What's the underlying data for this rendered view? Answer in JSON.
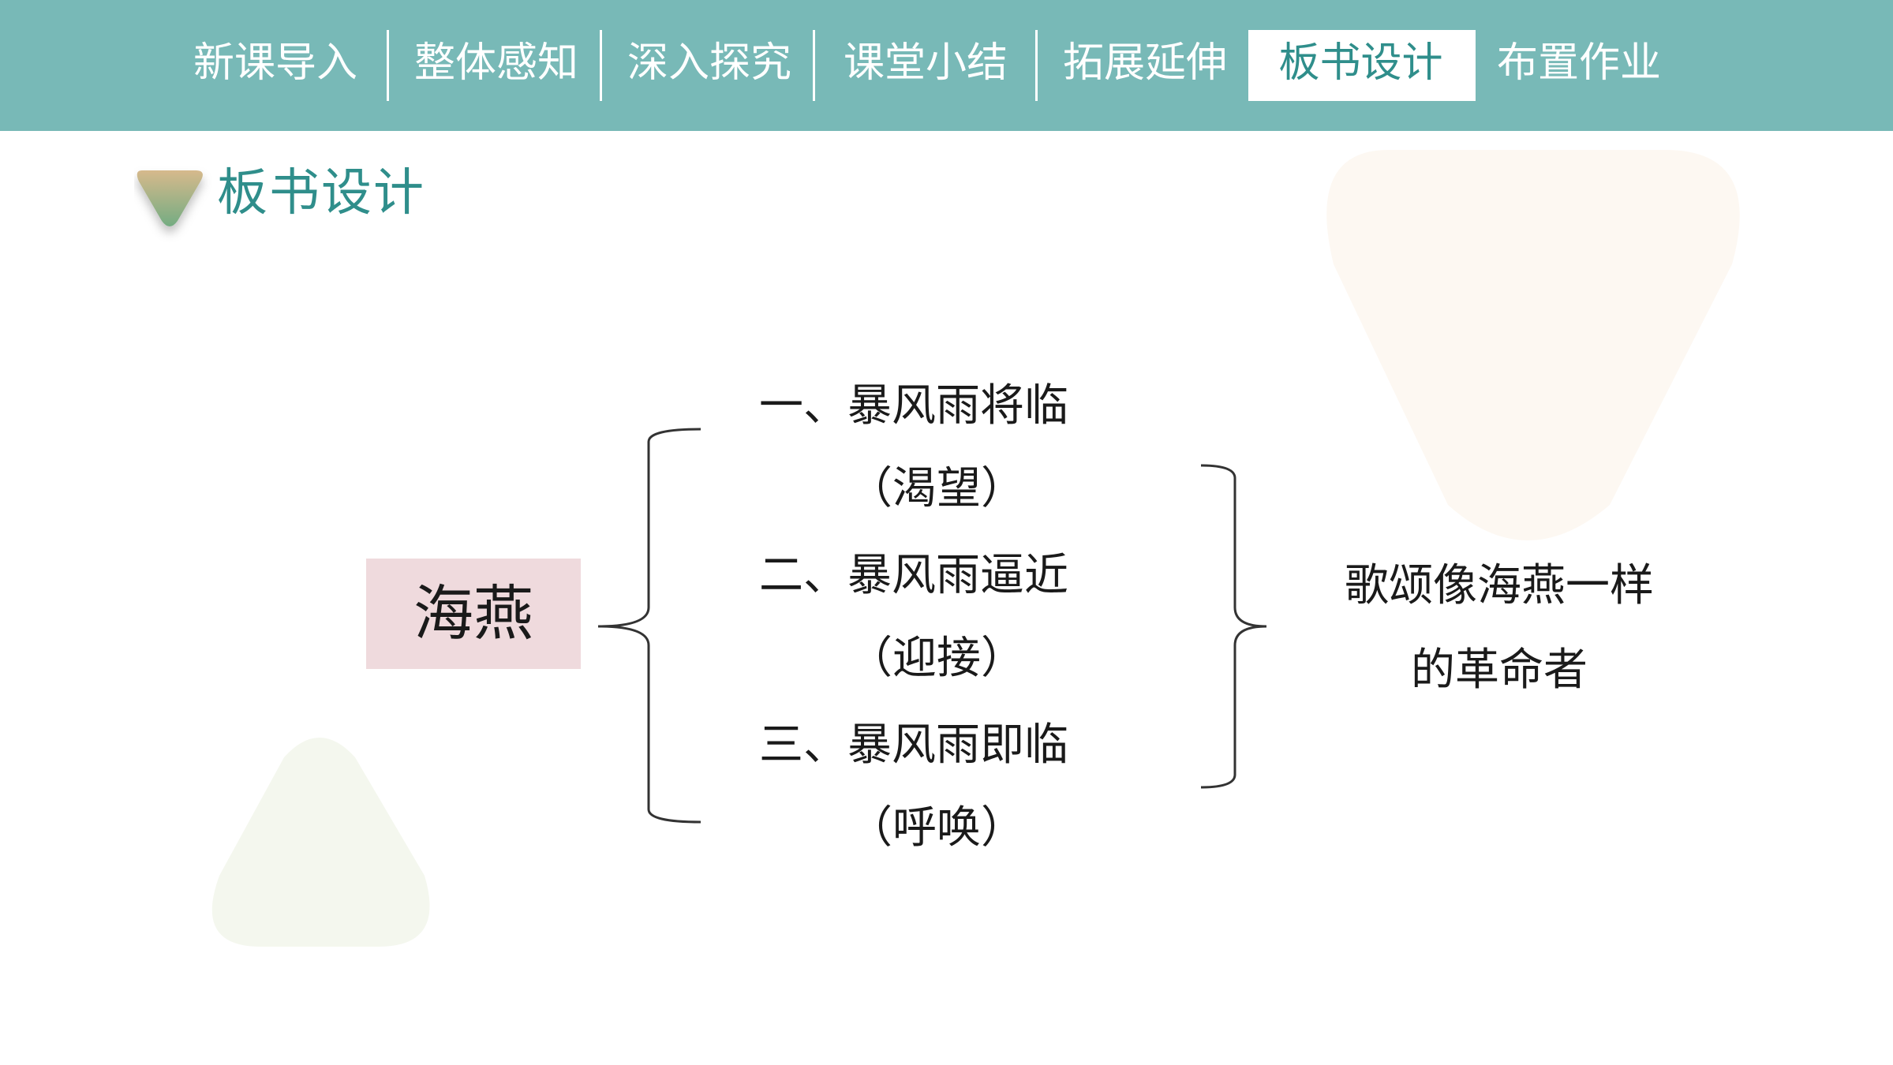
{
  "nav": {
    "tabs": [
      {
        "label": "新课导入"
      },
      {
        "label": "整体感知"
      },
      {
        "label": "深入探究"
      },
      {
        "label": "课堂小结"
      },
      {
        "label": "拓展延伸"
      },
      {
        "label": "板书设计",
        "active": true
      },
      {
        "label": "布置作业"
      }
    ]
  },
  "section": {
    "title": "板书设计"
  },
  "board": {
    "subject": "海燕",
    "points": [
      {
        "title": "一、暴风雨将临",
        "sub": "（渴望）"
      },
      {
        "title": "二、暴风雨逼近",
        "sub": "（迎接）"
      },
      {
        "title": "三、暴风雨即临",
        "sub": "（呼唤）"
      }
    ],
    "conclusion": {
      "line1": "歌颂像海燕一样",
      "line2": "的革命者"
    }
  },
  "colors": {
    "nav_bg": "#78b9b7",
    "accent": "#2f8e8b",
    "subject_bg": "#efdadd"
  }
}
